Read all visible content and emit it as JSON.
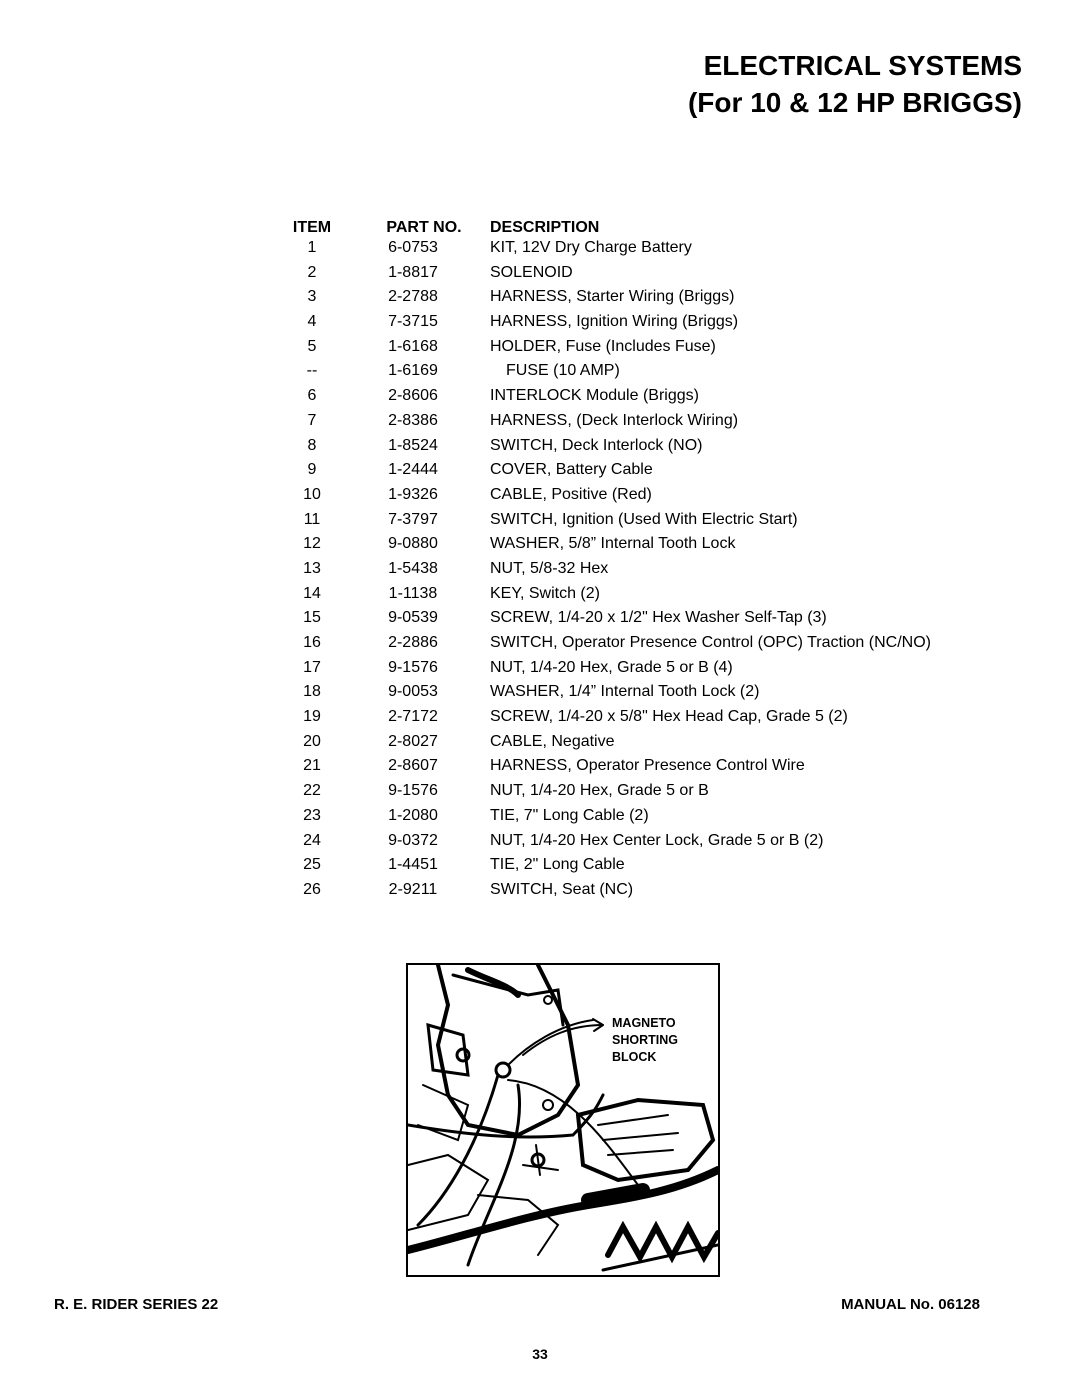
{
  "header": {
    "title_line1": "ELECTRICAL SYSTEMS",
    "title_line2": "(For 10 & 12 HP BRIGGS)"
  },
  "table": {
    "columns": [
      "ITEM",
      "PART NO.",
      "DESCRIPTION"
    ],
    "rows": [
      {
        "item": "1",
        "part": "6-0753",
        "desc": "KIT, 12V Dry Charge Battery"
      },
      {
        "item": "2",
        "part": "1-8817",
        "desc": "SOLENOID"
      },
      {
        "item": "3",
        "part": "2-2788",
        "desc": "HARNESS, Starter Wiring (Briggs)"
      },
      {
        "item": "4",
        "part": "7-3715",
        "desc": "HARNESS, Ignition Wiring (Briggs)"
      },
      {
        "item": "5",
        "part": "1-6168",
        "desc": "HOLDER, Fuse (Includes Fuse)"
      },
      {
        "item": "--",
        "part": "1-6169",
        "desc": "FUSE (10 AMP)",
        "indent": true
      },
      {
        "item": "6",
        "part": "2-8606",
        "desc": "INTERLOCK Module (Briggs)"
      },
      {
        "item": "7",
        "part": "2-8386",
        "desc": "HARNESS, (Deck Interlock Wiring)"
      },
      {
        "item": "8",
        "part": "1-8524",
        "desc": "SWITCH, Deck Interlock (NO)"
      },
      {
        "item": "9",
        "part": "1-2444",
        "desc": "COVER, Battery Cable"
      },
      {
        "item": "10",
        "part": "1-9326",
        "desc": "CABLE, Positive (Red)"
      },
      {
        "item": "11",
        "part": "7-3797",
        "desc": "SWITCH, Ignition (Used With Electric Start)"
      },
      {
        "item": "12",
        "part": "9-0880",
        "desc": "WASHER, 5/8” Internal Tooth Lock"
      },
      {
        "item": "13",
        "part": "1-5438",
        "desc": "NUT, 5/8-32 Hex"
      },
      {
        "item": "14",
        "part": "1-1138",
        "desc": "KEY, Switch (2)"
      },
      {
        "item": "15",
        "part": "9-0539",
        "desc": "SCREW, 1/4-20 x 1/2\" Hex Washer Self-Tap (3)"
      },
      {
        "item": "16",
        "part": "2-2886",
        "desc": "SWITCH, Operator Presence Control (OPC) Traction (NC/NO)"
      },
      {
        "item": "17",
        "part": "9-1576",
        "desc": "NUT, 1/4-20 Hex, Grade 5 or B (4)"
      },
      {
        "item": "18",
        "part": "9-0053",
        "desc": "WASHER, 1/4” Internal Tooth Lock (2)"
      },
      {
        "item": "19",
        "part": "2-7172",
        "desc": "SCREW, 1/4-20 x 5/8\" Hex Head Cap, Grade 5 (2)"
      },
      {
        "item": "20",
        "part": "2-8027",
        "desc": "CABLE, Negative"
      },
      {
        "item": "21",
        "part": "2-8607",
        "desc": "HARNESS, Operator Presence Control Wire"
      },
      {
        "item": "22",
        "part": "9-1576",
        "desc": "NUT, 1/4-20 Hex, Grade 5 or B"
      },
      {
        "item": "23",
        "part": "1-2080",
        "desc": "TIE, 7\" Long Cable (2)"
      },
      {
        "item": "24",
        "part": "9-0372",
        "desc": "NUT, 1/4-20 Hex Center Lock, Grade 5 or B (2)"
      },
      {
        "item": "25",
        "part": "1-4451",
        "desc": "TIE, 2\" Long Cable"
      },
      {
        "item": "26",
        "part": "2-9211",
        "desc": "SWITCH, Seat (NC)"
      }
    ]
  },
  "figure": {
    "callout_lines": [
      "MAGNETO",
      "SHORTING",
      "BLOCK"
    ]
  },
  "footer": {
    "left": "R. E. RIDER SERIES 22",
    "right": "MANUAL No. 06128",
    "page_number": "33"
  }
}
